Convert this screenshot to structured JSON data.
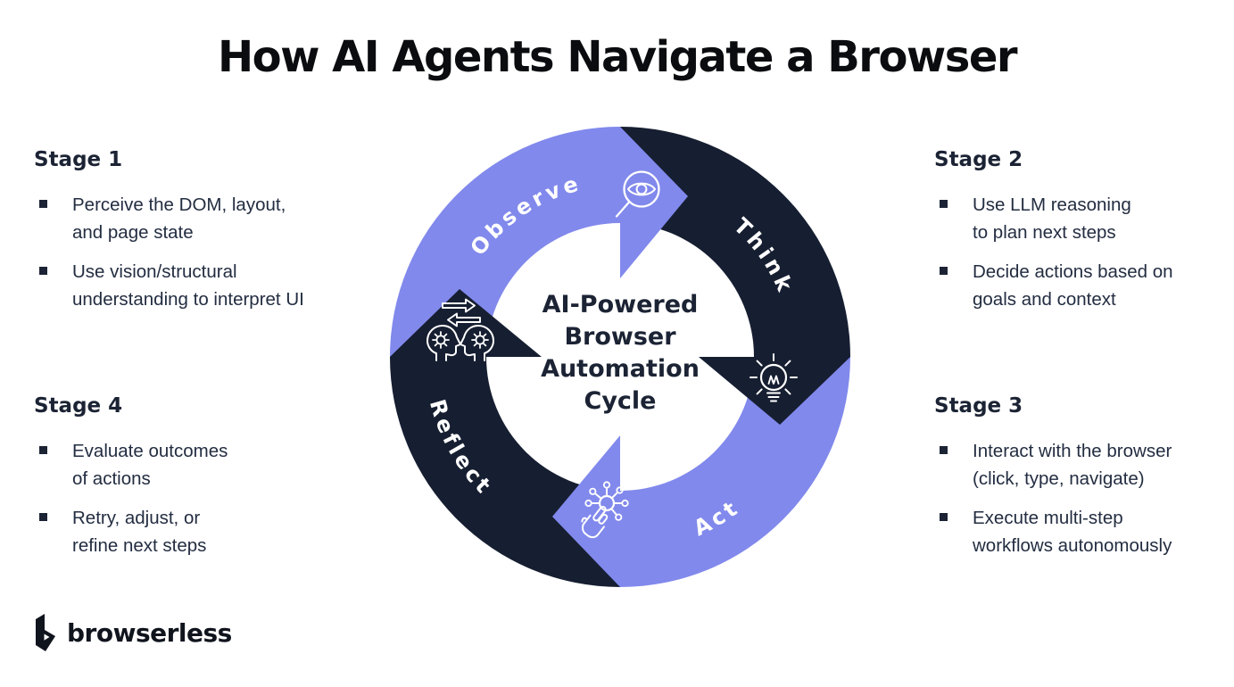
{
  "title": "How AI Agents Navigate a Browser",
  "colors": {
    "accent_purple": "#8189ec",
    "navy": "#161e31",
    "body_text": "#232d41",
    "heading_text": "#1b2334"
  },
  "stages": [
    {
      "heading": "Stage 1",
      "bullets": [
        {
          "lines": [
            "Perceive the DOM, layout,",
            "and page state"
          ]
        },
        {
          "lines": [
            "Use vision/structural",
            "understanding to interpret UI"
          ]
        }
      ]
    },
    {
      "heading": "Stage 2",
      "bullets": [
        {
          "lines": [
            "Use LLM reasoning",
            "to plan next steps"
          ]
        },
        {
          "lines": [
            "Decide actions based on",
            "goals and context"
          ]
        }
      ]
    },
    {
      "heading": "Stage 3",
      "bullets": [
        {
          "lines": [
            "Interact with the browser",
            "(click, type, navigate)"
          ]
        },
        {
          "lines": [
            "Execute multi-step",
            "workflows autonomously"
          ]
        }
      ]
    },
    {
      "heading": "Stage 4",
      "bullets": [
        {
          "lines": [
            "Evaluate outcomes",
            "of actions"
          ]
        },
        {
          "lines": [
            "Retry, adjust, or",
            "refine next steps"
          ]
        }
      ]
    }
  ],
  "cycle": {
    "center_lines": [
      "AI-Powered",
      "Browser",
      "Automation",
      "Cycle"
    ],
    "segments": [
      {
        "label": "Observe",
        "icon": "eye-magnifier-icon",
        "color": "#8189ec"
      },
      {
        "label": "Think",
        "icon": "lightbulb-icon",
        "color": "#161e31"
      },
      {
        "label": "Act",
        "icon": "click-network-icon",
        "color": "#8189ec"
      },
      {
        "label": "Reflect",
        "icon": "heads-exchange-icon",
        "color": "#161e31"
      }
    ]
  },
  "logo": {
    "text": "browserless"
  }
}
